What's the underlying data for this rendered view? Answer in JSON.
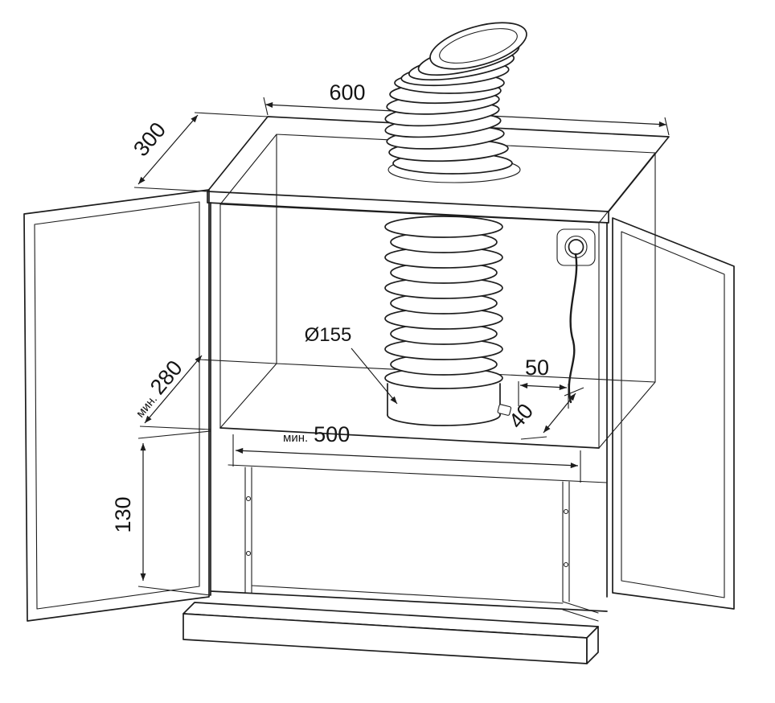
{
  "drawing": {
    "labels": {
      "cabinet_width": "600",
      "cabinet_depth": "300",
      "duct_diameter": "Ø155",
      "min_abbr": "мин.",
      "shelf_min_depth": "280",
      "opening_min_width": "500",
      "lower_front_height": "130",
      "socket_side_offset": "50",
      "socket_depth_offset": "40"
    },
    "colors": {
      "line": "#1d1d1d",
      "background": "#ffffff"
    }
  }
}
